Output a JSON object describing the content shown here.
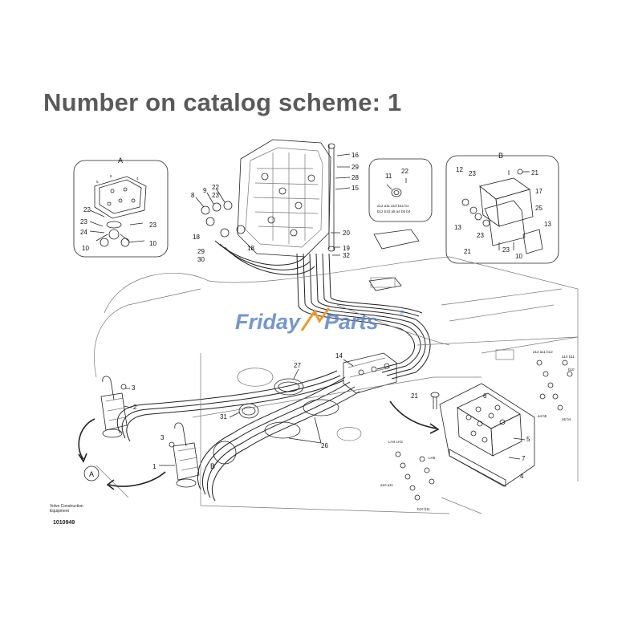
{
  "heading": "Number on catalog scheme: 1",
  "watermark": {
    "left": "Friday",
    "right": "Parts",
    "reg": "®",
    "blue": "#5b86c6",
    "orange": "#f09a2a"
  },
  "credit": {
    "line1": "Volvo Construction",
    "line2": "Equipment",
    "code": "1010949"
  },
  "detail_labels": {
    "a": "A",
    "b": "B",
    "callout_a": "A",
    "callout_b": "B"
  },
  "parts": {
    "p1": "1",
    "p2": "2",
    "p3": "3",
    "p3b": "3",
    "p4": "4",
    "p5": "5",
    "p6": "6",
    "p7": "7",
    "p8": "8",
    "p9": "9",
    "p10": "10",
    "p10b": "10",
    "p10c": "10",
    "p11": "11",
    "p12": "12",
    "p13": "13",
    "p13b": "13",
    "p14": "14",
    "p15": "15",
    "p16": "16",
    "p17": "17",
    "p18": "18",
    "p18b": "18",
    "p19": "19",
    "p20": "20",
    "p21": "21",
    "p21b": "21",
    "p21c": "21",
    "p22": "22",
    "p22b": "22",
    "p23": "23",
    "p23b": "23",
    "p23c": "23",
    "p23d": "23",
    "p23e": "23",
    "p24": "24",
    "p25": "25",
    "p26": "26",
    "p27": "27",
    "p28": "28",
    "p29": "29",
    "p29b": "29",
    "p30": "30",
    "p31": "31",
    "p32": "32"
  }
}
